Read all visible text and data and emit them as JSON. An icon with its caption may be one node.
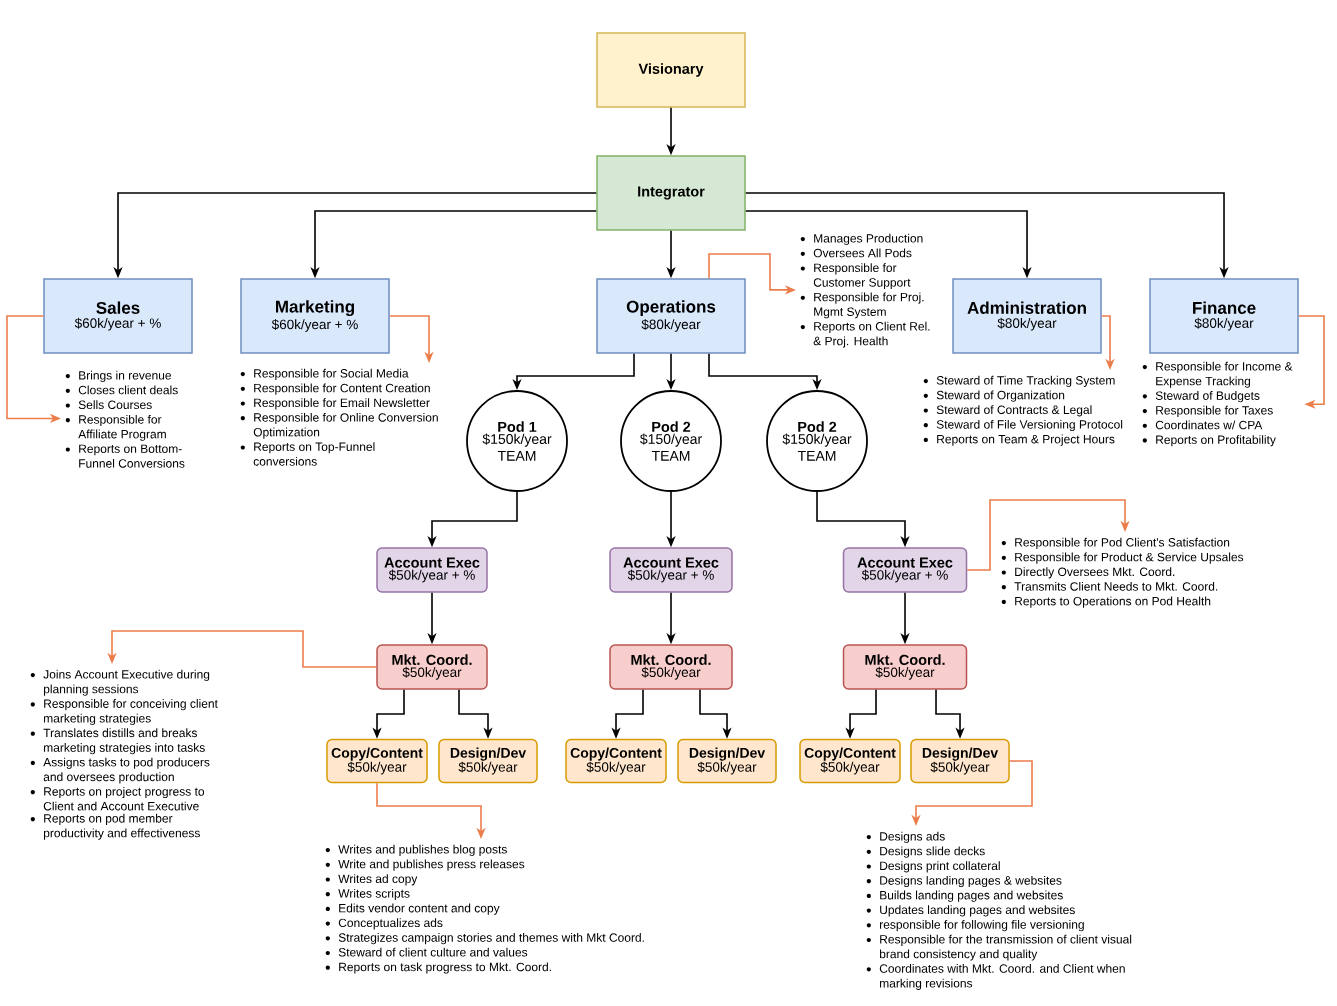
{
  "diagram": {
    "nodes": [
      {
        "text": [
          "Visionary"
        ]
      },
      {
        "text": [
          "Integrator"
        ]
      },
      {
        "text": [
          "Sales",
          "$60k/year + %"
        ]
      },
      {
        "text": [
          "Marketing",
          "$60k/year + %"
        ]
      },
      {
        "text": [
          "Operations",
          "$80k/year"
        ]
      },
      {
        "text": [
          "Administration",
          "$80k/year"
        ]
      },
      {
        "text": [
          "Finance",
          "$80k/year"
        ]
      },
      {
        "text": [
          "Pod 1",
          "$150k/year TEAM"
        ]
      },
      {
        "text": [
          "Pod 2",
          "$150/year TEAM"
        ]
      },
      {
        "text": [
          "Pod 2",
          "$150k/year TEAM"
        ]
      },
      {
        "text": [
          "Account Exec",
          "$50k/year + %"
        ]
      },
      {
        "text": [
          "Account Exec",
          "$50k/year + %"
        ]
      },
      {
        "text": [
          "Account Exec",
          "$50k/year + %"
        ]
      },
      {
        "text": [
          "Mkt. Coord.",
          "$50k/year"
        ]
      },
      {
        "text": [
          "Mkt. Coord.",
          "$50k/year"
        ]
      },
      {
        "text": [
          "Mkt. Coord.",
          "$50k/year"
        ]
      },
      {
        "text": [
          "Copy/Content",
          "$50k/year"
        ]
      },
      {
        "text": [
          "Design/Dev",
          "$50k/year"
        ]
      },
      {
        "text": [
          "Copy/Content",
          "$50k/year"
        ]
      },
      {
        "text": [
          "Design/Dev",
          "$50k/year"
        ]
      },
      {
        "text": [
          "Copy/Content",
          "$50k/year"
        ]
      },
      {
        "text": [
          "Design/Dev",
          "$50k/year"
        ]
      },
      {
        "text": [
          "Brings in revenue",
          "Closes client deals",
          "Sells Courses",
          "Responsible for Affiliate Program",
          "Reports on Bottom-Funnel Conversions"
        ]
      },
      {
        "text": [
          "Responsible for Social Media",
          "Responsible for Content Creation",
          "Responsible for Email Newsletter",
          "Responsible for Online Conversion Optimization",
          "Reports on Top-Funnel conversions"
        ]
      },
      {
        "text": [
          "Manages Production",
          "Oversees All Pods",
          "Responsible for Customer Support",
          "Responsible for Proj. Mgmt System",
          "Reports on Client Rel. & Proj. Health"
        ]
      },
      {
        "text": [
          "Steward of Time Tracking System",
          "Steward of Organization",
          "Steward of Contracts & Legal",
          "Steward of File Versioning Protocol",
          "Reports on Team & Project Hours"
        ]
      },
      {
        "text": [
          "Responsible for Income & Expense Tracking",
          "Steward of Budgets",
          "Responsible for Taxes",
          "Coordinates w/ CPA",
          "Reports on Profitability"
        ]
      },
      {
        "text": [
          "Responsible for Pod Client's Satisfaction",
          "Responsible for Product & Service Upsales",
          "Directly Oversees Mkt. Coord.",
          "Transmits Client Needs to Mkt. Coord.",
          "Reports to Operations on Pod Health"
        ]
      },
      {
        "text": [
          "Joins Account Executive during planning sessions",
          "Responsible for conceiving client marketing strategies",
          "Translates distills and breaks marketing strategies into tasks",
          "Assigns tasks to pod producers and oversees production",
          "Reports on project progress to Client and Account Executive",
          "Reports on pod member productivity and effectiveness"
        ]
      },
      {
        "text": [
          "Writes and publishes blog posts",
          "Write and publishes press releases",
          "Writes ad copy",
          "Writes scripts",
          "Edits vendor content and copy",
          "Conceptualizes ads",
          "Strategizes campaign stories and themes with Mkt Coord.",
          "Steward of client culture and values",
          "Reports on task progress to Mkt. Coord."
        ]
      },
      {
        "text": [
          "Designs ads",
          "Designs slide decks",
          "Designs print collateral",
          "Designs landing pages & websites",
          "Builds landing pages and websites",
          "Updates landing pages and websites",
          "responsible for following file versioning",
          "Responsible for the transmission of client visual brand consistency and quality",
          "Coordinates with Mkt. Coord. and Client when marking revisions"
        ]
      }
    ],
    "edges": [
      {
        "from": 0,
        "to": 1,
        "arrow": "to"
      },
      {
        "from": 1,
        "to": 2,
        "arrow": "to"
      },
      {
        "from": 1,
        "to": 3,
        "arrow": "to"
      },
      {
        "from": 1,
        "to": 4,
        "arrow": "to"
      },
      {
        "from": 1,
        "to": 5,
        "arrow": "to"
      },
      {
        "from": 1,
        "to": 6,
        "arrow": "to"
      },
      {
        "from": 4,
        "to": 7,
        "arrow": "to"
      },
      {
        "from": 4,
        "to": 8,
        "arrow": "to"
      },
      {
        "from": 4,
        "to": 9,
        "arrow": "to"
      },
      {
        "from": 7,
        "to": 10,
        "arrow": "to"
      },
      {
        "from": 8,
        "to": 11,
        "arrow": "to"
      },
      {
        "from": 9,
        "to": 12,
        "arrow": "to"
      },
      {
        "from": 10,
        "to": 13,
        "arrow": "to"
      },
      {
        "from": 11,
        "to": 14,
        "arrow": "to"
      },
      {
        "from": 12,
        "to": 15,
        "arrow": "to"
      },
      {
        "from": 13,
        "to": 16,
        "arrow": "to"
      },
      {
        "from": 13,
        "to": 17,
        "arrow": "to"
      },
      {
        "from": 14,
        "to": 18,
        "arrow": "to"
      },
      {
        "from": 14,
        "to": 19,
        "arrow": "to"
      },
      {
        "from": 15,
        "to": 20,
        "arrow": "to"
      },
      {
        "from": 15,
        "to": 21,
        "arrow": "to"
      },
      {
        "from": 2,
        "to": 22,
        "arrow": "to",
        "color": "#eb7d4b"
      },
      {
        "from": 3,
        "to": 23,
        "arrow": "to",
        "color": "#eb7d4b"
      },
      {
        "from": 4,
        "to": 24,
        "arrow": "to",
        "color": "#eb7d4b"
      },
      {
        "from": 5,
        "to": 25,
        "arrow": "to",
        "color": "#eb7d4b"
      },
      {
        "from": 6,
        "to": 26,
        "arrow": "to",
        "color": "#eb7d4b"
      },
      {
        "from": 12,
        "to": 27,
        "arrow": "to",
        "color": "#eb7d4b"
      },
      {
        "from": 13,
        "to": 28,
        "arrow": "to",
        "color": "#eb7d4b"
      },
      {
        "from": 16,
        "to": 29,
        "arrow": "to",
        "color": "#eb7d4b"
      },
      {
        "from": 21,
        "to": 30,
        "arrow": "to",
        "color": "#eb7d4b"
      }
    ]
  }
}
